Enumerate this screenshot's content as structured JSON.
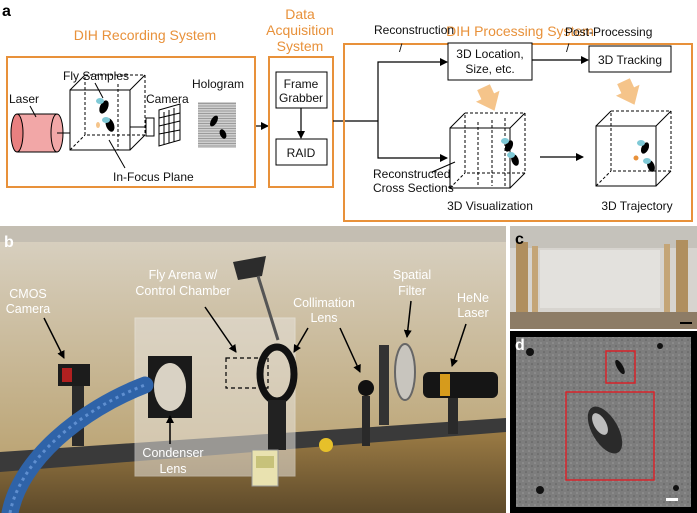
{
  "panel_a": {
    "letter": "a",
    "recording": {
      "title": "DIH Recording System",
      "laser": "Laser",
      "fly_samples": "Fly Samples",
      "camera": "Camera",
      "hologram": "Hologram",
      "in_focus_plane": "In-Focus Plane"
    },
    "acquisition": {
      "title_line1": "Data",
      "title_line2": "Acquisition",
      "title_line3": "System",
      "frame_grabber_line1": "Frame",
      "frame_grabber_line2": "Grabber",
      "raid": "RAID"
    },
    "processing": {
      "title": "DIH Processing System",
      "reconstruction": "Reconstruction",
      "slash1": "/",
      "post_processing": "Post-Processing",
      "slash2": "/",
      "location_line1": "3D Location,",
      "location_line2": "Size, etc.",
      "tracking": "3D Tracking",
      "cross_sections_line1": "Reconstructed",
      "cross_sections_line2": "Cross Sections",
      "visualization": "3D Visualization",
      "trajectory": "3D Trajectory"
    }
  },
  "panel_b": {
    "letter": "b",
    "cmos_line1": "CMOS",
    "cmos_line2": "Camera",
    "arena_line1": "Fly Arena w/",
    "arena_line2": "Control Chamber",
    "collimation_line1": "Collimation",
    "collimation_line2": "Lens",
    "spatial_line1": "Spatial",
    "spatial_line2": "Filter",
    "hene_line1": "HeNe",
    "hene_line2": "Laser",
    "condenser_line1": "Condenser",
    "condenser_line2": "Lens"
  },
  "panel_c": {
    "letter": "c"
  },
  "panel_d": {
    "letter": "d"
  },
  "colors": {
    "accent_orange": "#e8913a",
    "arrow_orange": "#f5c48a",
    "highlight_red": "#d9232a"
  }
}
